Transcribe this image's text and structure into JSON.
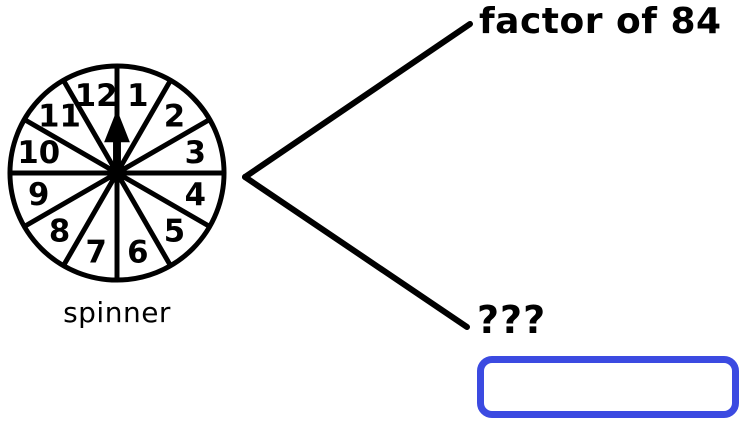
{
  "diagram": {
    "spinner": {
      "label": "spinner",
      "sector_count": 12,
      "numbers": [
        "1",
        "2",
        "3",
        "4",
        "5",
        "6",
        "7",
        "8",
        "9",
        "10",
        "11",
        "12"
      ],
      "pointer": "up-arrow"
    },
    "top_branch_label": "factor of 84",
    "bottom_branch_label": "???",
    "answer_box": {
      "value": "",
      "placeholder": ""
    }
  },
  "colors": {
    "ink": "#000000",
    "answer_box_border": "#3b4ae1",
    "background": "#ffffff"
  }
}
